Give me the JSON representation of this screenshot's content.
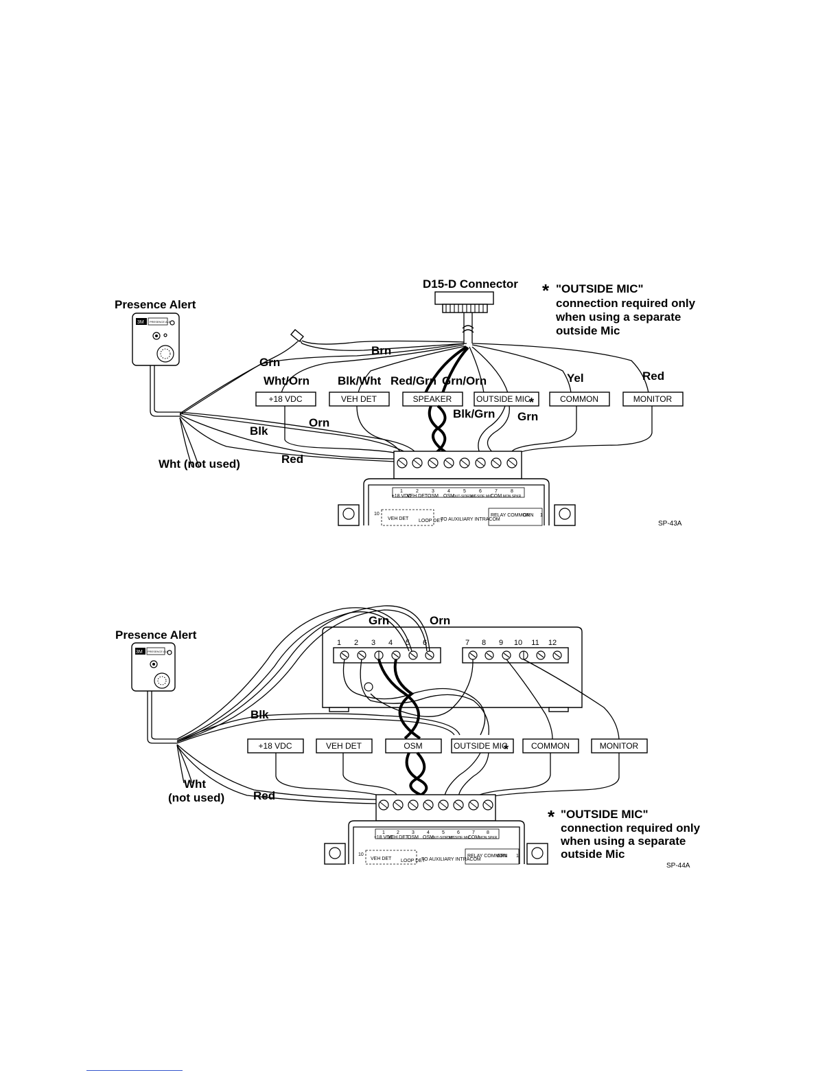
{
  "diagram1": {
    "device_title": "Presence Alert",
    "device_logo": "3M",
    "device_badge": "PRESENCE ALERT",
    "connector_title": "D15-D Connector",
    "note_star": "*",
    "note_lines": [
      "\"OUTSIDE MIC\"",
      "connection required only",
      "when using a separate",
      "outside Mic"
    ],
    "wire_labels": {
      "grn": "Grn",
      "brn": "Brn",
      "wht_orn": "Wht/Orn",
      "blk_wht": "Blk/Wht",
      "red_grn": "Red/Grn",
      "grn_orn": "Grn/Orn",
      "yel": "Yel",
      "red_top": "Red",
      "blk_grn": "Blk/Grn",
      "grn2": "Grn",
      "orn": "Orn",
      "blk": "Blk",
      "red": "Red",
      "wht": "Wht (not used)"
    },
    "boxes": [
      "+18 VDC",
      "VEH DET",
      "SPEAKER",
      "OUTSIDE MIC",
      "COMMON",
      "MONITOR"
    ],
    "terminal_labels": [
      "+18 VDC",
      "VEH DET",
      "OSM",
      "OSM",
      "OUT-SIDE MIC",
      "OUT-SIDE MIC",
      "COM",
      "MON SPKR"
    ],
    "terminal_numbers": [
      "1",
      "2",
      "3",
      "4",
      "5",
      "6",
      "7",
      "8"
    ],
    "panel_labels": {
      "aux": "TO AUXILIARY INTRACOM",
      "veh": "VEH DET",
      "loop": "LOOP DET",
      "relay": "RELAY COMMON",
      "grn": "GRN",
      "ten": "10",
      "one": "1"
    },
    "code": "SP-43A"
  },
  "diagram2": {
    "device_title": "Presence Alert",
    "device_logo": "3M",
    "device_badge": "PRESENCE ALERT",
    "top_numbers_left": [
      "1",
      "2",
      "3",
      "4",
      "5",
      "6"
    ],
    "top_numbers_right": [
      "7",
      "8",
      "9",
      "10",
      "11",
      "12"
    ],
    "wire_labels": {
      "grn": "Grn",
      "orn": "Orn",
      "blk": "Blk",
      "red": "Red",
      "wht": "Wht",
      "not_used": "(not used)"
    },
    "boxes": [
      "+18 VDC",
      "VEH DET",
      "OSM",
      "OUTSIDE MIC",
      "COMMON",
      "MONITOR"
    ],
    "note_star": "*",
    "note_lines": [
      "\"OUTSIDE MIC\"",
      "connection required only",
      "when using a separate",
      "outside Mic"
    ],
    "terminal_labels": [
      "+18 VDC",
      "VEH DET",
      "OSM",
      "OSM",
      "OUT-SIDE MIC",
      "OUT-SIDE MIC",
      "COM",
      "MON SPKR"
    ],
    "terminal_numbers": [
      "1",
      "2",
      "3",
      "4",
      "5",
      "6",
      "7",
      "8"
    ],
    "panel_labels": {
      "aux": "TO AUXILIARY INTRACOM",
      "veh": "VEH DET",
      "loop": "LOOP DET",
      "relay": "RELAY COMMON",
      "grn": "GRN",
      "ten": "10",
      "one": "1"
    },
    "code": "SP-44A"
  }
}
